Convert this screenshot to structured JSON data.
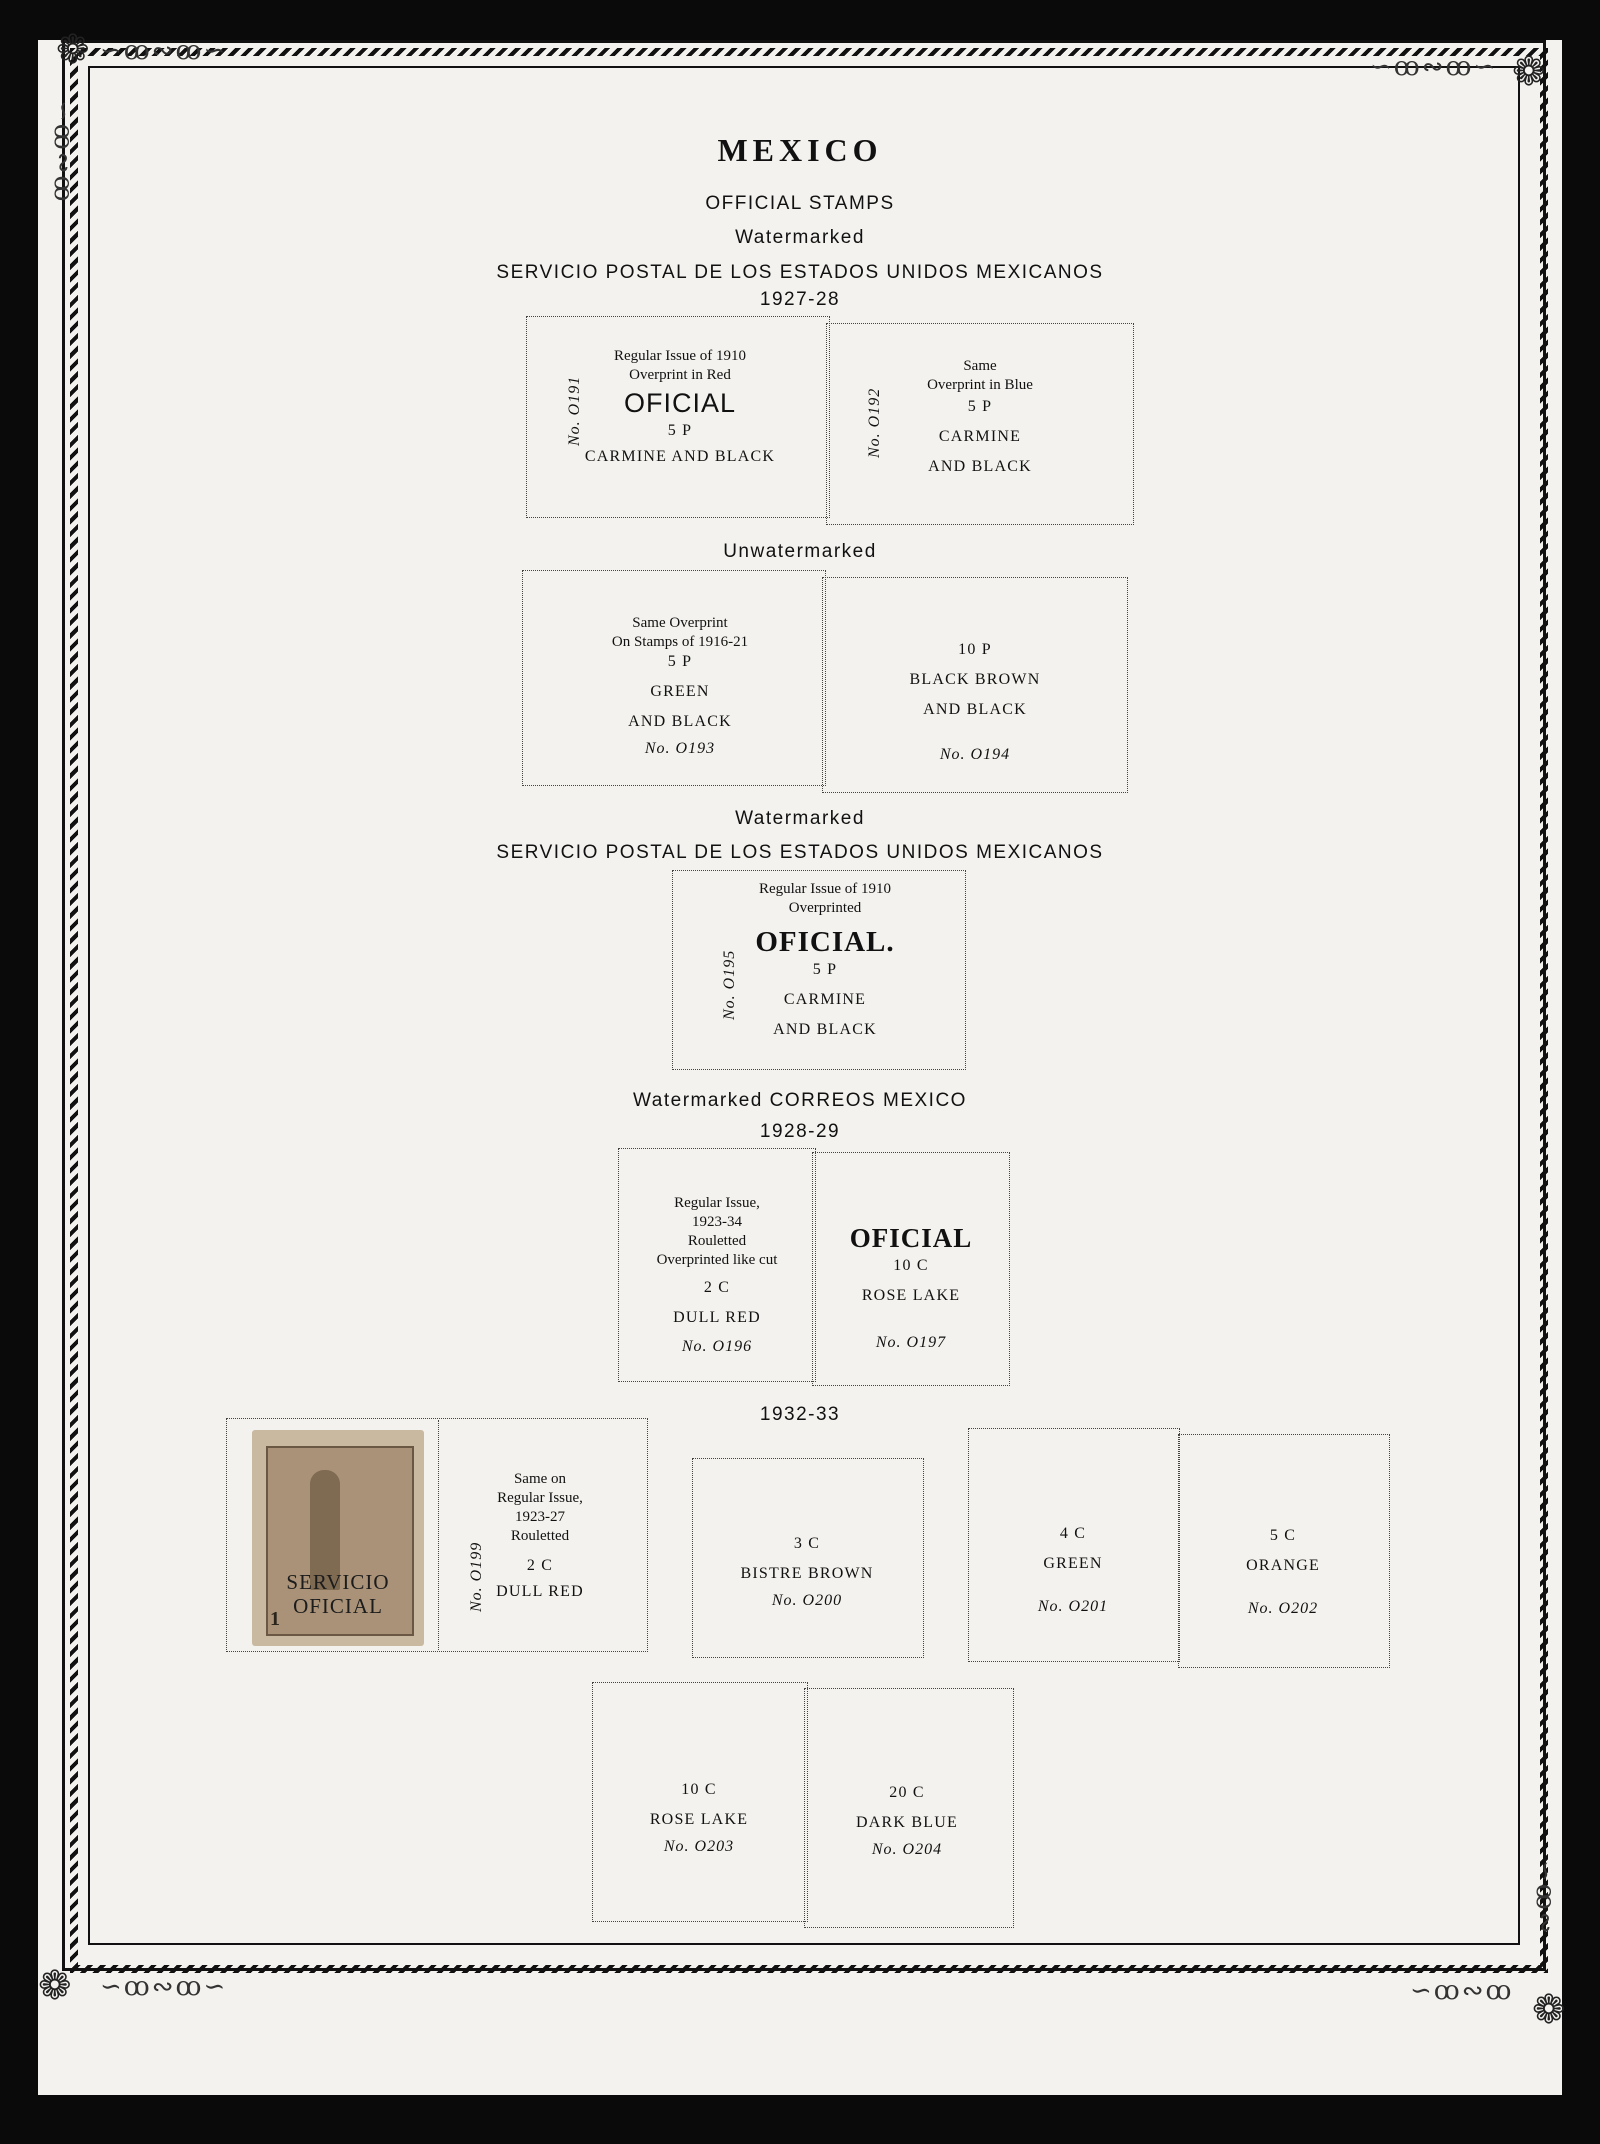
{
  "title": "MEXICO",
  "subtitle": "OFFICIAL STAMPS",
  "section1": {
    "wmk": "Watermarked",
    "wmk_text": "SERVICIO POSTAL DE LOS ESTADOS UNIDOS MEXICANOS",
    "years": "1927-28",
    "o191": {
      "l1": "Regular Issue of 1910",
      "l2": "Overprint in Red",
      "ovp": "OFICIAL",
      "val": "5 P",
      "color": "CARMINE AND BLACK",
      "no": "No. O191"
    },
    "o192": {
      "l1": "Same",
      "l2": "Overprint in Blue",
      "val": "5 P",
      "color1": "CARMINE",
      "color2": "AND BLACK",
      "no": "No. O192"
    }
  },
  "section2": {
    "head": "Unwatermarked",
    "o193": {
      "l1": "Same Overprint",
      "l2": "On Stamps of 1916-21",
      "val": "5 P",
      "color1": "GREEN",
      "color2": "AND BLACK",
      "no": "No. O193"
    },
    "o194": {
      "val": "10 P",
      "color1": "BLACK BROWN",
      "color2": "AND BLACK",
      "no": "No. O194"
    }
  },
  "section3": {
    "wmk": "Watermarked",
    "wmk_text": "SERVICIO POSTAL DE LOS ESTADOS UNIDOS MEXICANOS",
    "o195": {
      "l1": "Regular Issue of 1910",
      "l2": "Overprinted",
      "ovp": "OFICIAL.",
      "val": "5 P",
      "color1": "CARMINE",
      "color2": "AND BLACK",
      "no": "No. O195"
    }
  },
  "section4": {
    "wmk": "Watermarked CORREOS MEXICO",
    "years": "1928-29",
    "o196": {
      "l1": "Regular Issue,",
      "l2": "1923-34",
      "l3": "Rouletted",
      "l4": "Overprinted like cut",
      "val": "2 C",
      "color": "DULL RED",
      "no": "No. O196"
    },
    "o197": {
      "ovp": "OFICIAL",
      "val": "10 C",
      "color": "ROSE LAKE",
      "no": "No. O197"
    }
  },
  "section5": {
    "years": "1932-33",
    "stamp_overprint1": "SERVICIO",
    "stamp_overprint2": "OFICIAL",
    "stamp_corner": "1",
    "o199": {
      "l1": "Same on",
      "l2": "Regular Issue,",
      "l3": "1923-27",
      "l4": "Rouletted",
      "val": "2 C",
      "color": "DULL RED",
      "no": "No. O199"
    },
    "o200": {
      "val": "3 C",
      "color": "BISTRE BROWN",
      "no": "No. O200"
    },
    "o201": {
      "val": "4 C",
      "color": "GREEN",
      "no": "No. O201"
    },
    "o202": {
      "val": "5 C",
      "color": "ORANGE",
      "no": "No. O202"
    },
    "o203": {
      "val": "10 C",
      "color": "ROSE LAKE",
      "no": "No. O203"
    },
    "o204": {
      "val": "20 C",
      "color": "DARK BLUE",
      "no": "No. O204"
    }
  }
}
